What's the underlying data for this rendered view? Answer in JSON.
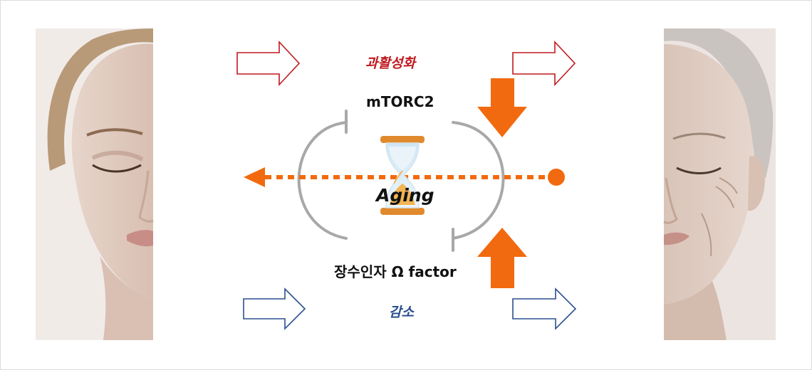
{
  "labels": {
    "overactivation": "과활성화",
    "mtorc2": "mTORC2",
    "aging": "Aging",
    "longevity_factor": "장수인자 Ω factor",
    "decrease": "감소"
  },
  "images": {
    "left_face": "young-face-photo",
    "right_face": "aged-face-photo",
    "center_icon": "hourglass-icon"
  },
  "colors": {
    "red": "#c0191f",
    "blue": "#2a4f8f",
    "orange": "#f26a0f",
    "gray": "#a8a8a8",
    "text": "#111111"
  }
}
